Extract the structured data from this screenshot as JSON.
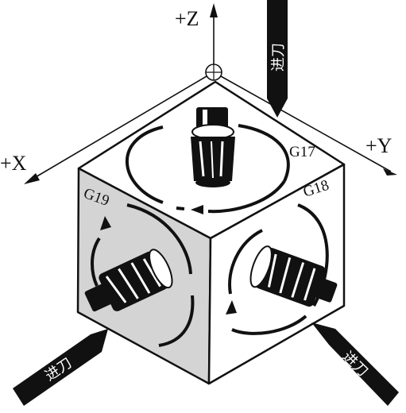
{
  "axes": {
    "z_label": "+Z",
    "x_label": "+X",
    "y_label": "+Y"
  },
  "planes": {
    "top": "G17",
    "right": "G18",
    "left": "G19"
  },
  "feed": {
    "top_label": "进刀",
    "bottom_left_label": "进刀",
    "bottom_right_label": "进刀"
  },
  "colors": {
    "line": "#111111",
    "shaded_face": "#d4d4d4",
    "face": "#ffffff"
  }
}
